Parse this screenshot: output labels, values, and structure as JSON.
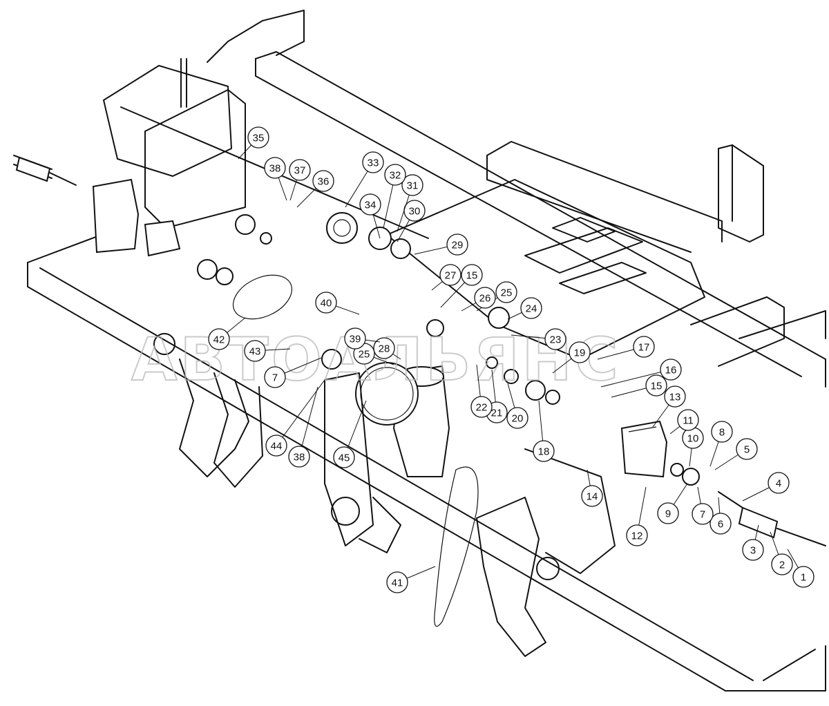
{
  "watermark": "АВТОАЛЬЯНС",
  "callouts": [
    {
      "id": "1",
      "label": "1"
    },
    {
      "id": "2",
      "label": "2"
    },
    {
      "id": "3",
      "label": "3"
    },
    {
      "id": "4",
      "label": "4"
    },
    {
      "id": "5",
      "label": "5"
    },
    {
      "id": "6",
      "label": "6"
    },
    {
      "id": "7a",
      "label": "7"
    },
    {
      "id": "7b",
      "label": "7"
    },
    {
      "id": "8",
      "label": "8"
    },
    {
      "id": "9",
      "label": "9"
    },
    {
      "id": "10",
      "label": "10"
    },
    {
      "id": "11",
      "label": "11"
    },
    {
      "id": "12",
      "label": "12"
    },
    {
      "id": "13",
      "label": "13"
    },
    {
      "id": "14",
      "label": "14"
    },
    {
      "id": "15a",
      "label": "15"
    },
    {
      "id": "15b",
      "label": "15"
    },
    {
      "id": "16",
      "label": "16"
    },
    {
      "id": "17",
      "label": "17"
    },
    {
      "id": "18",
      "label": "18"
    },
    {
      "id": "19",
      "label": "19"
    },
    {
      "id": "20",
      "label": "20"
    },
    {
      "id": "21",
      "label": "21"
    },
    {
      "id": "22",
      "label": "22"
    },
    {
      "id": "23",
      "label": "23"
    },
    {
      "id": "24",
      "label": "24"
    },
    {
      "id": "25a",
      "label": "25"
    },
    {
      "id": "25b",
      "label": "25"
    },
    {
      "id": "26",
      "label": "26"
    },
    {
      "id": "27",
      "label": "27"
    },
    {
      "id": "28",
      "label": "28"
    },
    {
      "id": "29",
      "label": "29"
    },
    {
      "id": "30",
      "label": "30"
    },
    {
      "id": "31",
      "label": "31"
    },
    {
      "id": "32",
      "label": "32"
    },
    {
      "id": "33",
      "label": "33"
    },
    {
      "id": "34",
      "label": "34"
    },
    {
      "id": "35",
      "label": "35"
    },
    {
      "id": "36",
      "label": "36"
    },
    {
      "id": "37",
      "label": "37"
    },
    {
      "id": "38a",
      "label": "38"
    },
    {
      "id": "38b",
      "label": "38"
    },
    {
      "id": "39",
      "label": "39"
    },
    {
      "id": "40",
      "label": "40"
    },
    {
      "id": "41",
      "label": "41"
    },
    {
      "id": "42",
      "label": "42"
    },
    {
      "id": "43",
      "label": "43"
    },
    {
      "id": "44",
      "label": "44"
    },
    {
      "id": "45",
      "label": "45"
    }
  ]
}
